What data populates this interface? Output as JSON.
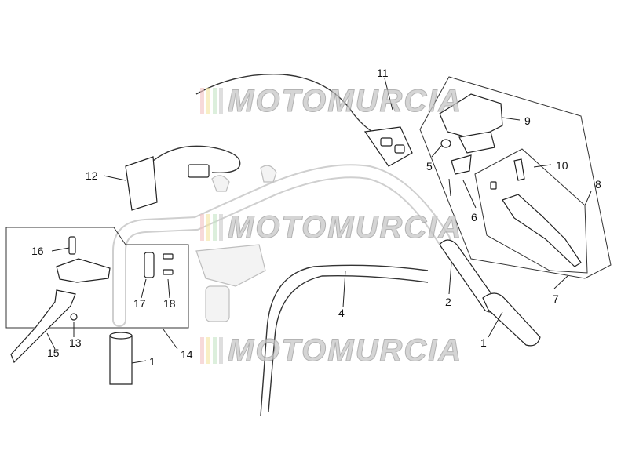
{
  "diagram": {
    "labels": [
      "1",
      "1",
      "2",
      "4",
      "5",
      "6",
      "7",
      "8",
      "9",
      "10",
      "11",
      "12",
      "13",
      "14",
      "15",
      "16",
      "17",
      "18"
    ],
    "watermark": "MOTOMURCIA"
  },
  "colors": {
    "line": "#222222",
    "ghost": "#cfcfcf",
    "watermark_text": "#c8c8c8",
    "stripe_1": "#f2c6c6",
    "stripe_2": "#f4e6a6",
    "stripe_3": "#c9e6c9",
    "stripe_4": "#cccccc"
  }
}
